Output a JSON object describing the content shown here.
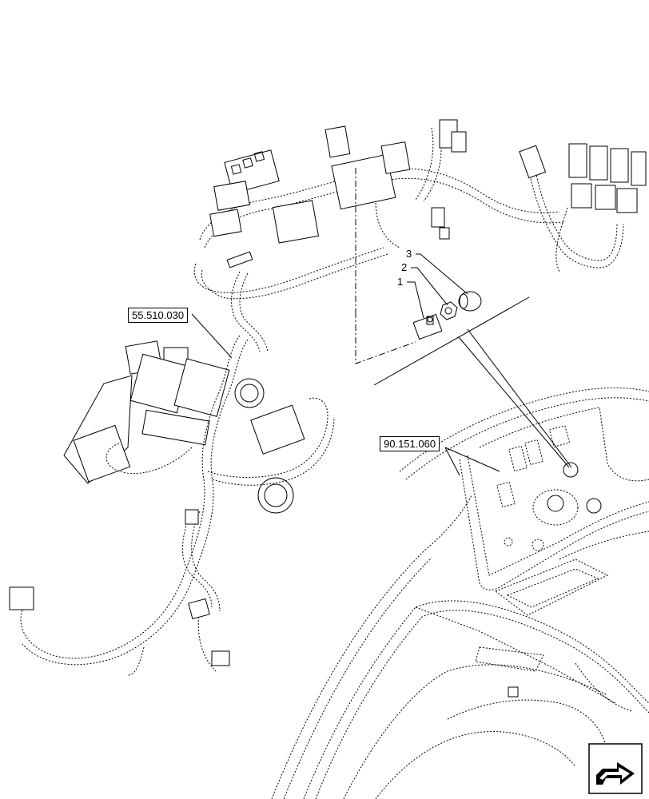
{
  "references": [
    {
      "id": "ref-55",
      "text": "55.510.030"
    },
    {
      "id": "ref-90",
      "text": "90.151.060"
    }
  ],
  "callouts": [
    "3",
    "2",
    "1"
  ],
  "icons": {
    "nav": "arrow-navigation-icon"
  }
}
